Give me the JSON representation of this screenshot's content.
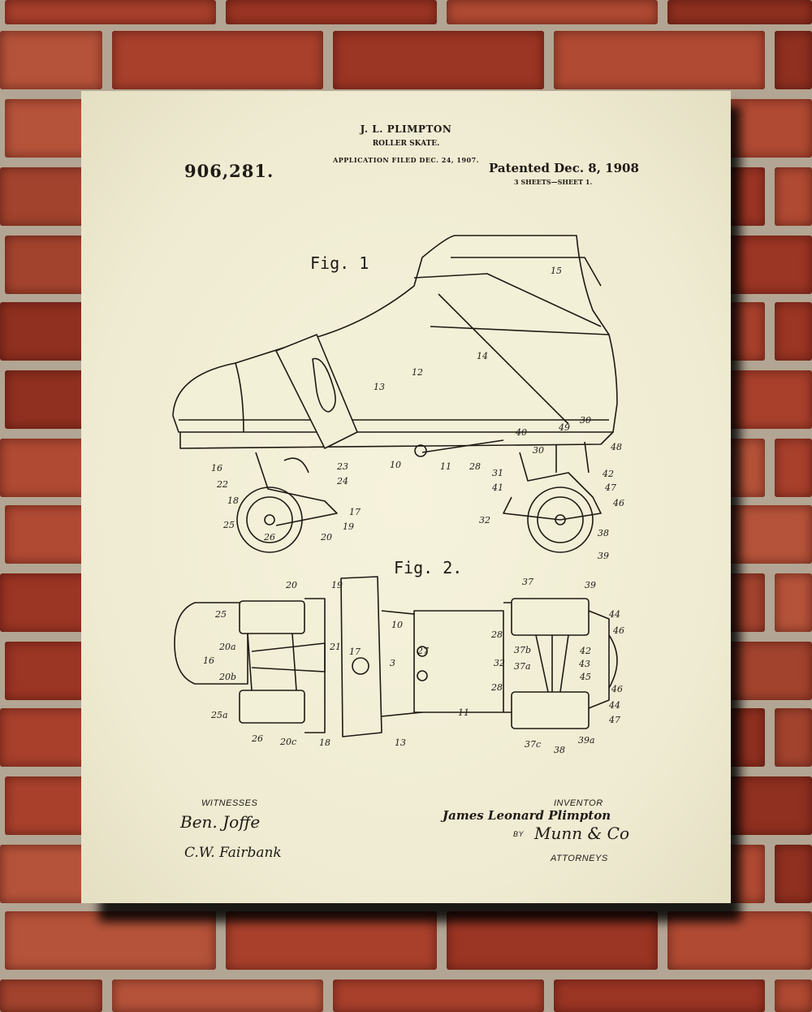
{
  "patent": {
    "number": "906,281.",
    "inventor_header": "J. L. PLIMPTON",
    "title": "ROLLER SKATE.",
    "application_filed": "APPLICATION FILED DEC. 24, 1907.",
    "patented": "Patented Dec. 8, 1908",
    "sheets": "3 SHEETS—SHEET 1."
  },
  "figures": {
    "fig1_label": "Fig. 1",
    "fig2_label": "Fig. 2.",
    "fig1_parts": [
      "15",
      "14",
      "12",
      "13",
      "16",
      "22",
      "18",
      "23",
      "24",
      "10",
      "11",
      "28",
      "25",
      "26",
      "20",
      "19",
      "17",
      "40",
      "49",
      "30",
      "30",
      "48",
      "31",
      "41",
      "42",
      "47",
      "46",
      "32",
      "38",
      "39"
    ],
    "fig2_parts": [
      "20",
      "19",
      "25",
      "20a",
      "16",
      "20b",
      "21",
      "17",
      "25a",
      "26",
      "20c",
      "18",
      "13",
      "10",
      "3",
      "27",
      "11",
      "28",
      "28",
      "32",
      "37",
      "39",
      "44",
      "46",
      "37b",
      "42",
      "43",
      "45",
      "37a",
      "46",
      "44",
      "47",
      "37c",
      "38",
      "39a"
    ]
  },
  "footer": {
    "witnesses_label": "WITNESSES",
    "witness_1": "Ben. Joffe",
    "witness_2": "C.W. Fairbank",
    "inventor_label": "INVENTOR",
    "inventor_signature": "James Leonard Plimpton",
    "by_label": "BY",
    "attorney_signature": "Munn & Co",
    "attorneys_label": "ATTORNEYS"
  },
  "colors": {
    "brick": "#a8402c",
    "mortar": "#b3a593",
    "paper": "#f3f0d8",
    "ink": "#1e1a14"
  }
}
